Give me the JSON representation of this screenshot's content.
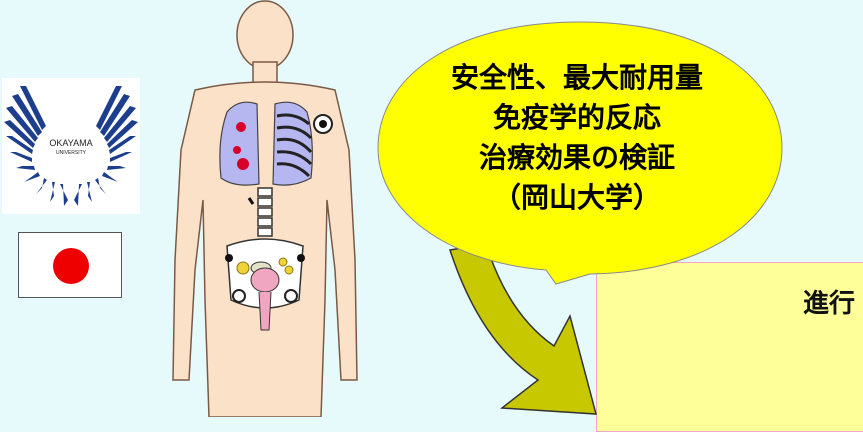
{
  "logo": {
    "name": "OKAYAMA",
    "subtitle": "UNIVERSITY"
  },
  "flag": {
    "country": "Japan"
  },
  "callout": {
    "lines": [
      "安全性、最大耐用量",
      "免疫学的反応",
      "治療効果の検証",
      "（岡山大学）"
    ]
  },
  "next_box": {
    "text": "進行"
  },
  "colors": {
    "background": "#e6f9fb",
    "bubble_fill": "#ffff00",
    "box_fill": "#ffff99",
    "arrow_fill": "#c8c800",
    "flag_circle": "#ee0000"
  },
  "icons": {
    "logo": "university-emblem-icon",
    "flag": "japan-flag-icon",
    "body": "human-body-diagram-icon",
    "arrow": "curved-arrow-icon"
  }
}
